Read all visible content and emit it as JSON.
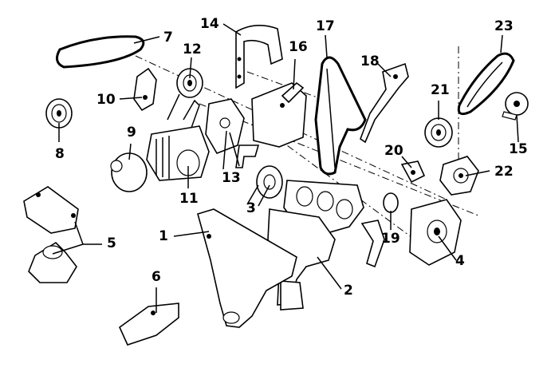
{
  "diagram": {
    "type": "exploded-parts-view",
    "line_color": "#000000",
    "background": "#ffffff",
    "callouts": [
      {
        "id": "c1",
        "label": "1"
      },
      {
        "id": "c2",
        "label": "2"
      },
      {
        "id": "c3",
        "label": "3"
      },
      {
        "id": "c4",
        "label": "4"
      },
      {
        "id": "c5",
        "label": "5"
      },
      {
        "id": "c6",
        "label": "6"
      },
      {
        "id": "c7",
        "label": "7"
      },
      {
        "id": "c8",
        "label": "8"
      },
      {
        "id": "c9",
        "label": "9"
      },
      {
        "id": "c10",
        "label": "10"
      },
      {
        "id": "c11",
        "label": "11"
      },
      {
        "id": "c12",
        "label": "12"
      },
      {
        "id": "c13",
        "label": "13"
      },
      {
        "id": "c14",
        "label": "14"
      },
      {
        "id": "c15",
        "label": "15"
      },
      {
        "id": "c16",
        "label": "16"
      },
      {
        "id": "c17",
        "label": "17"
      },
      {
        "id": "c18",
        "label": "18"
      },
      {
        "id": "c19",
        "label": "19"
      },
      {
        "id": "c20",
        "label": "20"
      },
      {
        "id": "c21",
        "label": "21"
      },
      {
        "id": "c22",
        "label": "22"
      },
      {
        "id": "c23",
        "label": "23"
      }
    ]
  }
}
